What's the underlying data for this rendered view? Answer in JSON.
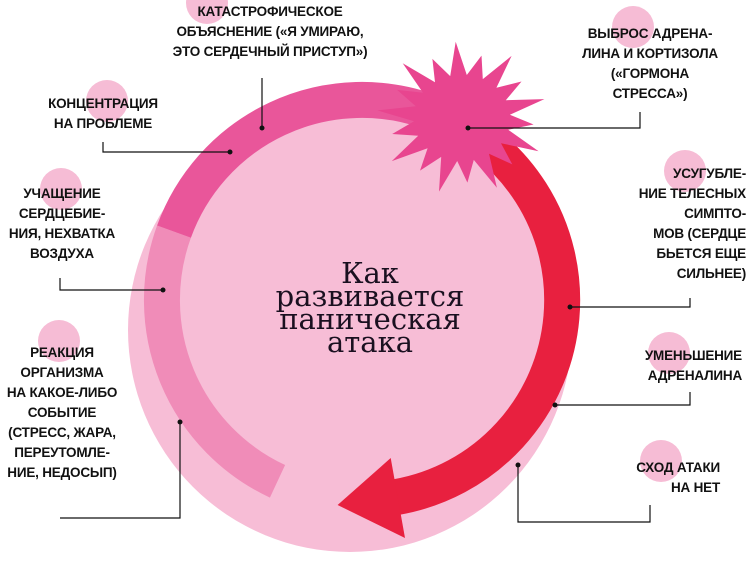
{
  "title": "Как\nразвивается\nпаническая\nатака",
  "colors": {
    "disk": "#f7bdd6",
    "ring_light": "#f08cb8",
    "ring_mid": "#e9569a",
    "ring_red": "#e8203f",
    "burst": "#e8458f",
    "dot": "#f6bcd5"
  },
  "steps": [
    {
      "text": "РЕАКЦИЯ\nОРГАНИЗМА\nНА КАКОЕ-ЛИБО\nСОБЫТИЕ\n(СТРЕСС, ЖАРА,\nПЕРЕУТОМЛЕ-\nНИЕ, НЕДОСЫП)"
    },
    {
      "text": "УЧАЩЕНИЕ\nСЕРДЦЕБИЕ-\nНИЯ, НЕХВАТКА\nВОЗДУХА"
    },
    {
      "text": "КОНЦЕНТРАЦИЯ\nНА ПРОБЛЕМЕ"
    },
    {
      "text": "КАТАСТРОФИЧЕСКОЕ\nОБЪЯСНЕНИЕ («Я УМИРАЮ,\nЭТО СЕРДЕЧНЫЙ ПРИСТУП»)"
    },
    {
      "text": "ВЫБРОС АДРЕНА-\nЛИНА И КОРТИЗОЛА\n(«ГОРМОНА\nСТРЕССА»)"
    },
    {
      "text": "УСУГУБЛЕ-\nНИЕ ТЕЛЕСНЫХ\nСИМПТО-\nМОВ (СЕРДЦЕ\nБЬЕТСЯ ЕЩЕ\nСИЛЬНЕЕ)"
    },
    {
      "text": "УМЕНЬШЕНИЕ\nАДРЕНАЛИНА"
    },
    {
      "text": "СХОД АТАКИ\nНА НЕТ"
    }
  ]
}
